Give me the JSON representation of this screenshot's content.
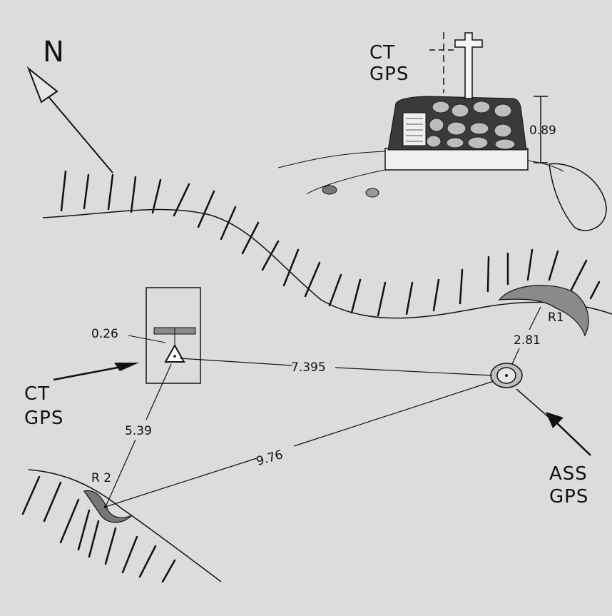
{
  "north_label": "N",
  "ct_gps_top": [
    "CT",
    "GPS"
  ],
  "height_value": "0.89",
  "ct_gps_left": [
    "CT",
    "GPS"
  ],
  "ass_gps": [
    "ASS",
    "GPS"
  ],
  "offset_value": "0.26",
  "dist_ct_ass": "7.395",
  "dist_ct_r2": "5.39",
  "dist_r2_ass": "9.76",
  "dist_r1_ass": "2.81",
  "ref1_label": "R1",
  "ref2_label": "R 2"
}
